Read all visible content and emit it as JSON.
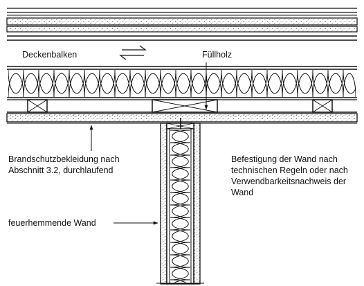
{
  "labels": {
    "beam": "Deckenbalken",
    "filler": "Füllholz",
    "cladding_line1": "Brandschutzbekleidung nach",
    "cladding_line2": "Abschnitt 3.2, durchlaufend",
    "fixing_line1": "Befestigung der Wand nach",
    "fixing_line2": "technischen Regeln oder nach",
    "fixing_line3": "Verwendbarkeitsnachweis der",
    "fixing_line4": "Wand",
    "wall": "feuerhemmende Wand"
  }
}
